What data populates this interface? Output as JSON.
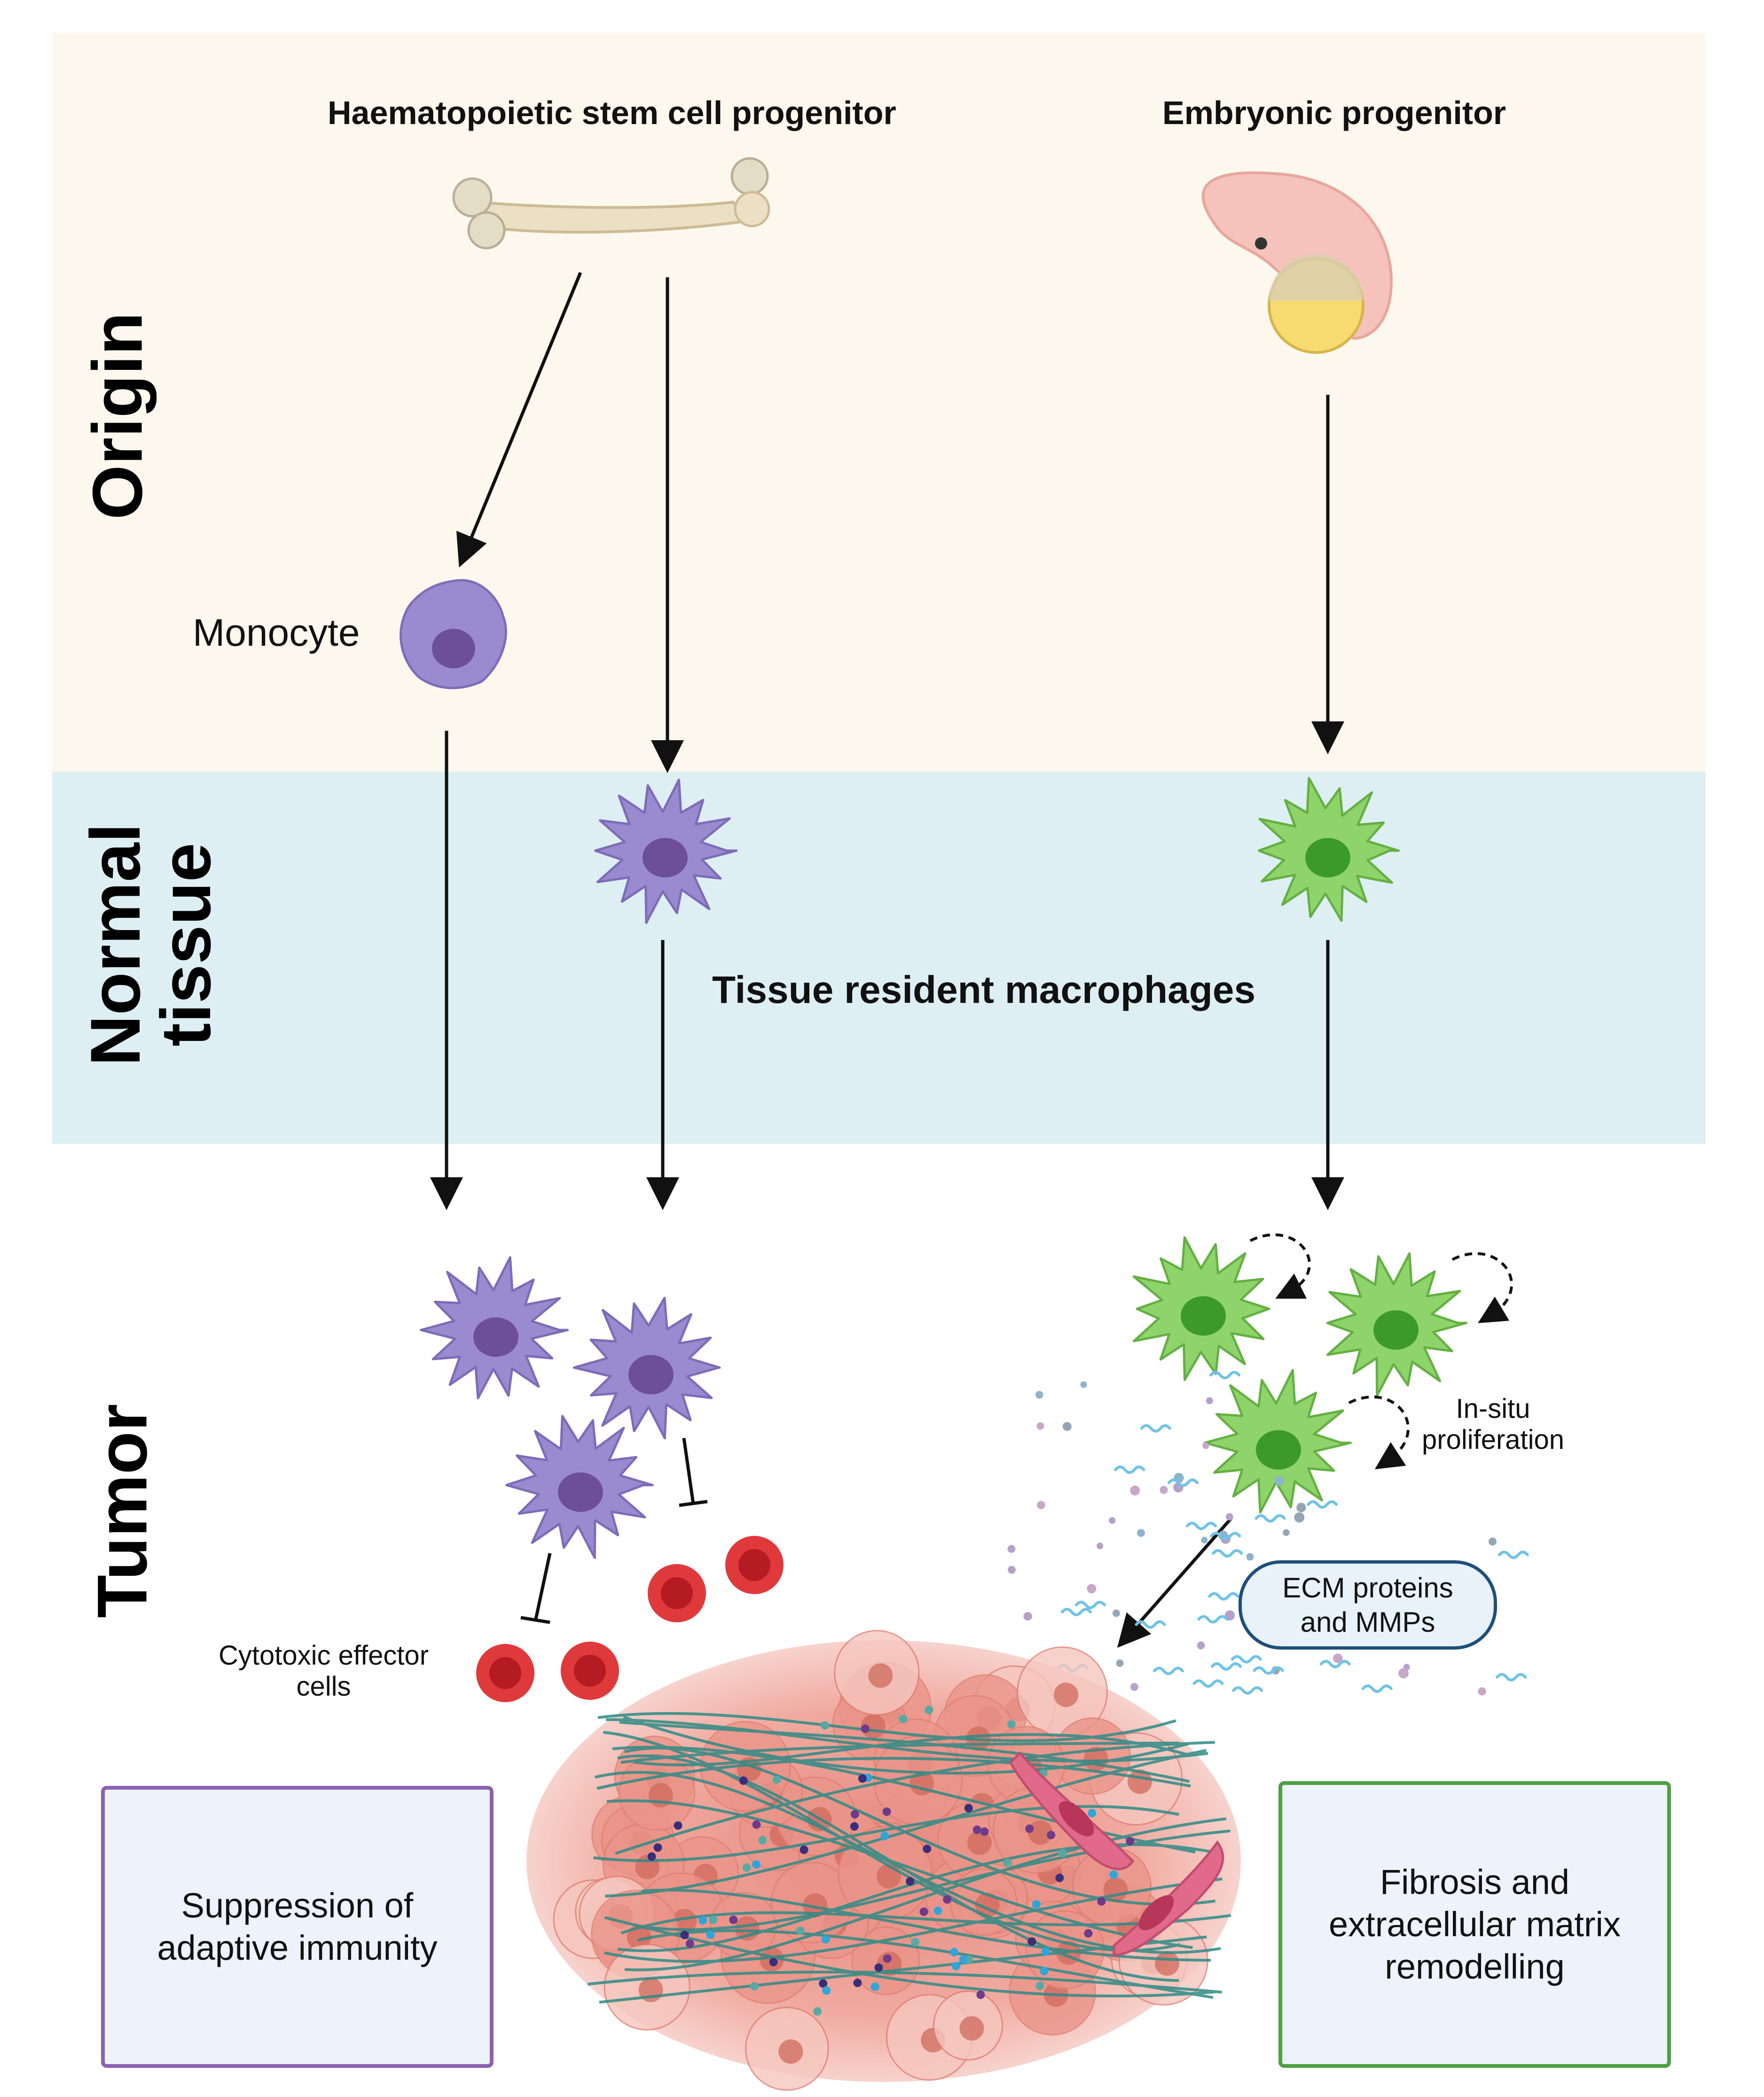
{
  "sections": {
    "origin": {
      "label": "Origin"
    },
    "normal": {
      "label_line1": "Normal",
      "label_line2": "tissue"
    },
    "tumor": {
      "label": "Tumor"
    }
  },
  "origins": {
    "hsc": "Haematopoietic stem cell progenitor",
    "embryonic": "Embryonic progenitor"
  },
  "cells": {
    "monocyte": "Monocyte",
    "tissue_resident": "Tissue resident macrophages",
    "cytotoxic_line1": "Cytotoxic effector",
    "cytotoxic_line2": "cells",
    "proliferation_line1": "In-situ",
    "proliferation_line2": "proliferation",
    "ecm_line1": "ECM proteins",
    "ecm_line2": "and MMPs"
  },
  "outcomes": {
    "suppression_line1": "Suppression of",
    "suppression_line2": "adaptive immunity",
    "fibrosis_line1": "Fibrosis and",
    "fibrosis_line2": "extracellular matrix",
    "fibrosis_line3": "remodelling"
  },
  "colors": {
    "origin_band": "#fcf8ee",
    "normal_band": "#deeff3",
    "purple_cell": "#9a8bd0",
    "green_cell": "#8fd46a",
    "red_cell": "#e0393c",
    "suppression_border": "#8b62b1",
    "fibrosis_border": "#4ea044"
  }
}
